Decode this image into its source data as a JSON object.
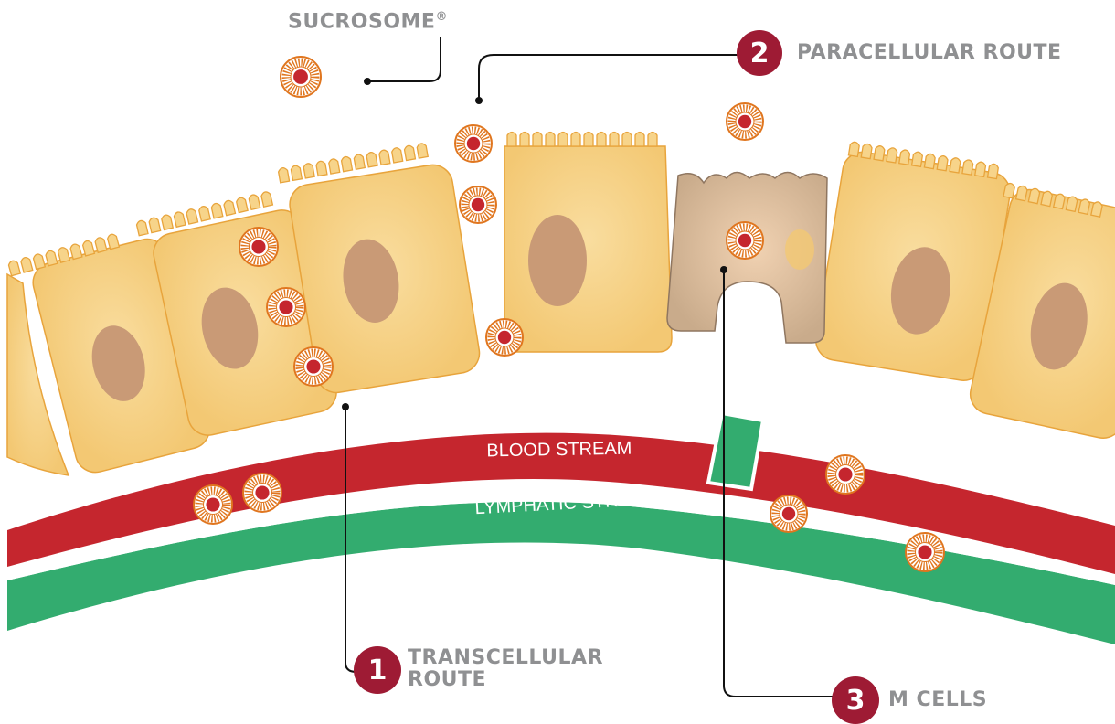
{
  "colors": {
    "cell_fill": "#f7d48a",
    "cell_stroke": "#e8a43c",
    "nucleus": "#c99a76",
    "m_cell_fill": "#d3b89a",
    "m_cell_stroke": "#8f7660",
    "blood": "#c5262e",
    "lymph": "#33ac6f",
    "label_gray": "#8f9092",
    "badge": "#9e1b34",
    "particle_ring": "#e0761f",
    "particle_core": "#c5262e"
  },
  "labels": {
    "sucrosome": "SUCROSOME",
    "sucrosome_mark": "®",
    "paracellular": "PARACELLULAR ROUTE",
    "transcellular_line1": "TRANSCELLULAR",
    "transcellular_line2": "ROUTE",
    "m_cells": "M CELLS",
    "blood_stream": "BLOOD STREAM",
    "lymphatic_stream": "LYMPHATIC STREAM"
  },
  "badges": {
    "transcellular": "1",
    "paracellular": "2",
    "m_cells": "3"
  },
  "icons": {
    "particle": "liposome-particle-icon",
    "cell": "epithelial-cell-icon",
    "m_cell": "m-cell-icon"
  }
}
